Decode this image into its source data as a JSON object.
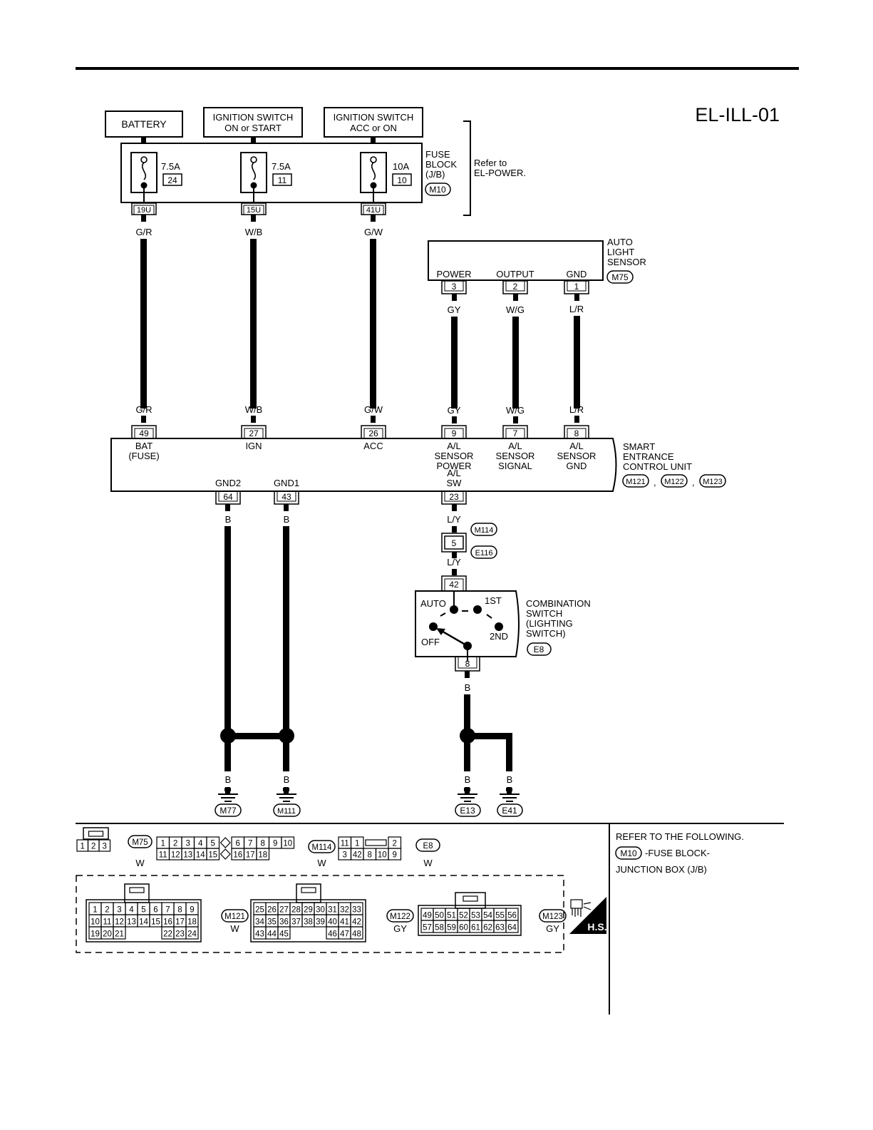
{
  "diagram_id": "EL-ILL-01",
  "sources": {
    "battery": "BATTERY",
    "ign_line1": "IGNITION SWITCH",
    "ign_line2": "ON or START",
    "acc_line1": "IGNITION SWITCH",
    "acc_line2": "ACC or ON"
  },
  "fuse_block": {
    "label_lines": [
      "FUSE",
      "BLOCK",
      "(J/B)"
    ],
    "connector": "M10",
    "refer_lines": [
      "Refer to",
      "EL-POWER."
    ],
    "fuses": [
      {
        "rating": "7.5A",
        "number": "24",
        "terminal": "19U",
        "wire": "G/R"
      },
      {
        "rating": "7.5A",
        "number": "11",
        "terminal": "15U",
        "wire": "W/B"
      },
      {
        "rating": "10A",
        "number": "10",
        "terminal": "41U",
        "wire": "G/W"
      }
    ]
  },
  "auto_light_sensor": {
    "label_lines": [
      "AUTO",
      "LIGHT",
      "SENSOR"
    ],
    "connector": "M75",
    "pins": [
      {
        "name": "POWER",
        "pin": "3",
        "wire": "GY"
      },
      {
        "name": "OUTPUT",
        "pin": "2",
        "wire": "W/G"
      },
      {
        "name": "GND",
        "pin": "1",
        "wire": "L/R"
      }
    ]
  },
  "secu": {
    "label_lines": [
      "SMART",
      "ENTRANCE",
      "CONTROL UNIT"
    ],
    "connectors": [
      "M121",
      "M122",
      "M123"
    ],
    "top_pins": [
      {
        "pin": "49",
        "wire": "G/R",
        "label_lines": [
          "BAT",
          "(FUSE)"
        ]
      },
      {
        "pin": "27",
        "wire": "W/B",
        "label_lines": [
          "IGN"
        ]
      },
      {
        "pin": "26",
        "wire": "G/W",
        "label_lines": [
          "ACC"
        ]
      },
      {
        "pin": "9",
        "wire": "GY",
        "label_lines": [
          "A/L",
          "SENSOR",
          "POWER"
        ]
      },
      {
        "pin": "7",
        "wire": "W/G",
        "label_lines": [
          "A/L",
          "SENSOR",
          "SIGNAL"
        ]
      },
      {
        "pin": "8",
        "wire": "L/R",
        "label_lines": [
          "A/L",
          "SENSOR",
          "GND"
        ]
      }
    ],
    "bottom_pins": [
      {
        "pin": "64",
        "label": "GND2",
        "wire": "B"
      },
      {
        "pin": "43",
        "label": "GND1",
        "wire": "B"
      },
      {
        "pin": "23",
        "label_lines": [
          "A/L",
          "SW"
        ],
        "wire": "L/Y"
      }
    ]
  },
  "joint": {
    "pin": "5",
    "connectors": [
      "M114",
      "E116"
    ],
    "wire": "L/Y"
  },
  "combination_switch": {
    "label_lines": [
      "COMBINATION",
      "SWITCH",
      "(LIGHTING",
      "SWITCH)"
    ],
    "connector": "E8",
    "pin_top": "42",
    "pin_bottom": "8",
    "positions": [
      "AUTO",
      "1ST",
      "2ND",
      "OFF"
    ],
    "wire": "B"
  },
  "grounds": [
    {
      "connector": "M77",
      "wire": "B"
    },
    {
      "connector": "M111",
      "wire": "B"
    },
    {
      "connector": "E13",
      "wire": "B"
    },
    {
      "connector": "E41",
      "wire": "B"
    }
  ],
  "connector_views": [
    {
      "name": "M75",
      "color": "W",
      "rows": [
        [
          "1",
          "2",
          "3"
        ]
      ]
    },
    {
      "name": "M114",
      "color": "W",
      "rows": [
        [
          "1",
          "2",
          "3",
          "4",
          "5",
          "6",
          "7",
          "8",
          "9",
          "10"
        ],
        [
          "11",
          "12",
          "13",
          "14",
          "15",
          "16",
          "17",
          "18"
        ]
      ]
    },
    {
      "name": "E8",
      "color": "W",
      "rows": [
        [
          "11",
          "1",
          "2"
        ],
        [
          "3",
          "42",
          "8",
          "10",
          "9"
        ]
      ]
    },
    {
      "name": "M121",
      "color": "W",
      "rows": [
        [
          "1",
          "2",
          "3",
          "4",
          "5",
          "6",
          "7",
          "8",
          "9"
        ],
        [
          "10",
          "11",
          "12",
          "13",
          "14",
          "15",
          "16",
          "17",
          "18"
        ],
        [
          "19",
          "20",
          "21",
          "22",
          "23",
          "24"
        ]
      ]
    },
    {
      "name": "M122",
      "color": "GY",
      "rows": [
        [
          "25",
          "26",
          "27",
          "28",
          "29",
          "30",
          "31",
          "32",
          "33"
        ],
        [
          "34",
          "35",
          "36",
          "37",
          "38",
          "39",
          "40",
          "41",
          "42"
        ],
        [
          "43",
          "44",
          "45",
          "46",
          "47",
          "48"
        ]
      ]
    },
    {
      "name": "M123",
      "color": "GY",
      "rows": [
        [
          "49",
          "50",
          "51",
          "52",
          "53",
          "54",
          "55",
          "56"
        ],
        [
          "57",
          "58",
          "59",
          "60",
          "61",
          "62",
          "63",
          "64"
        ]
      ]
    }
  ],
  "reference": {
    "line1": "REFER TO THE FOLLOWING.",
    "connector": "M10",
    "line2_suffix": "-FUSE BLOCK-",
    "line3": "JUNCTION BOX (J/B)"
  },
  "hs_badge": "H.S."
}
